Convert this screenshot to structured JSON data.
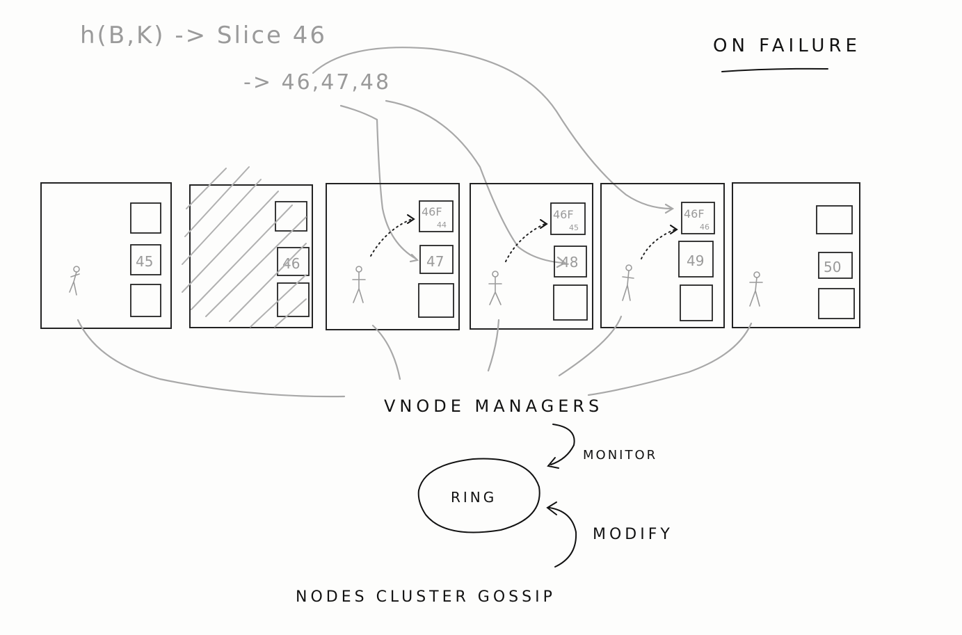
{
  "notes": {
    "hash_line": "h(B,K)  -> Slice 46",
    "replica_line": "-> 46,47,48"
  },
  "heading": "ON FAILURE",
  "slots": {
    "n1_mid": "45",
    "n2_mid": "46",
    "n3_top": "46F",
    "n3_top_sub": "44",
    "n3_mid": "47",
    "n4_top": "46F",
    "n4_top_sub": "45",
    "n4_mid": "48",
    "n5_top": "46F",
    "n5_top_sub": "46",
    "n5_mid": "49",
    "n6_mid": "50"
  },
  "labels": {
    "vnode_managers": "VNODE MANAGERS",
    "ring": "RING",
    "monitor": "MONITOR",
    "modify": "MODIFY",
    "gossip": "NODES CLUSTER GOSSIP"
  }
}
